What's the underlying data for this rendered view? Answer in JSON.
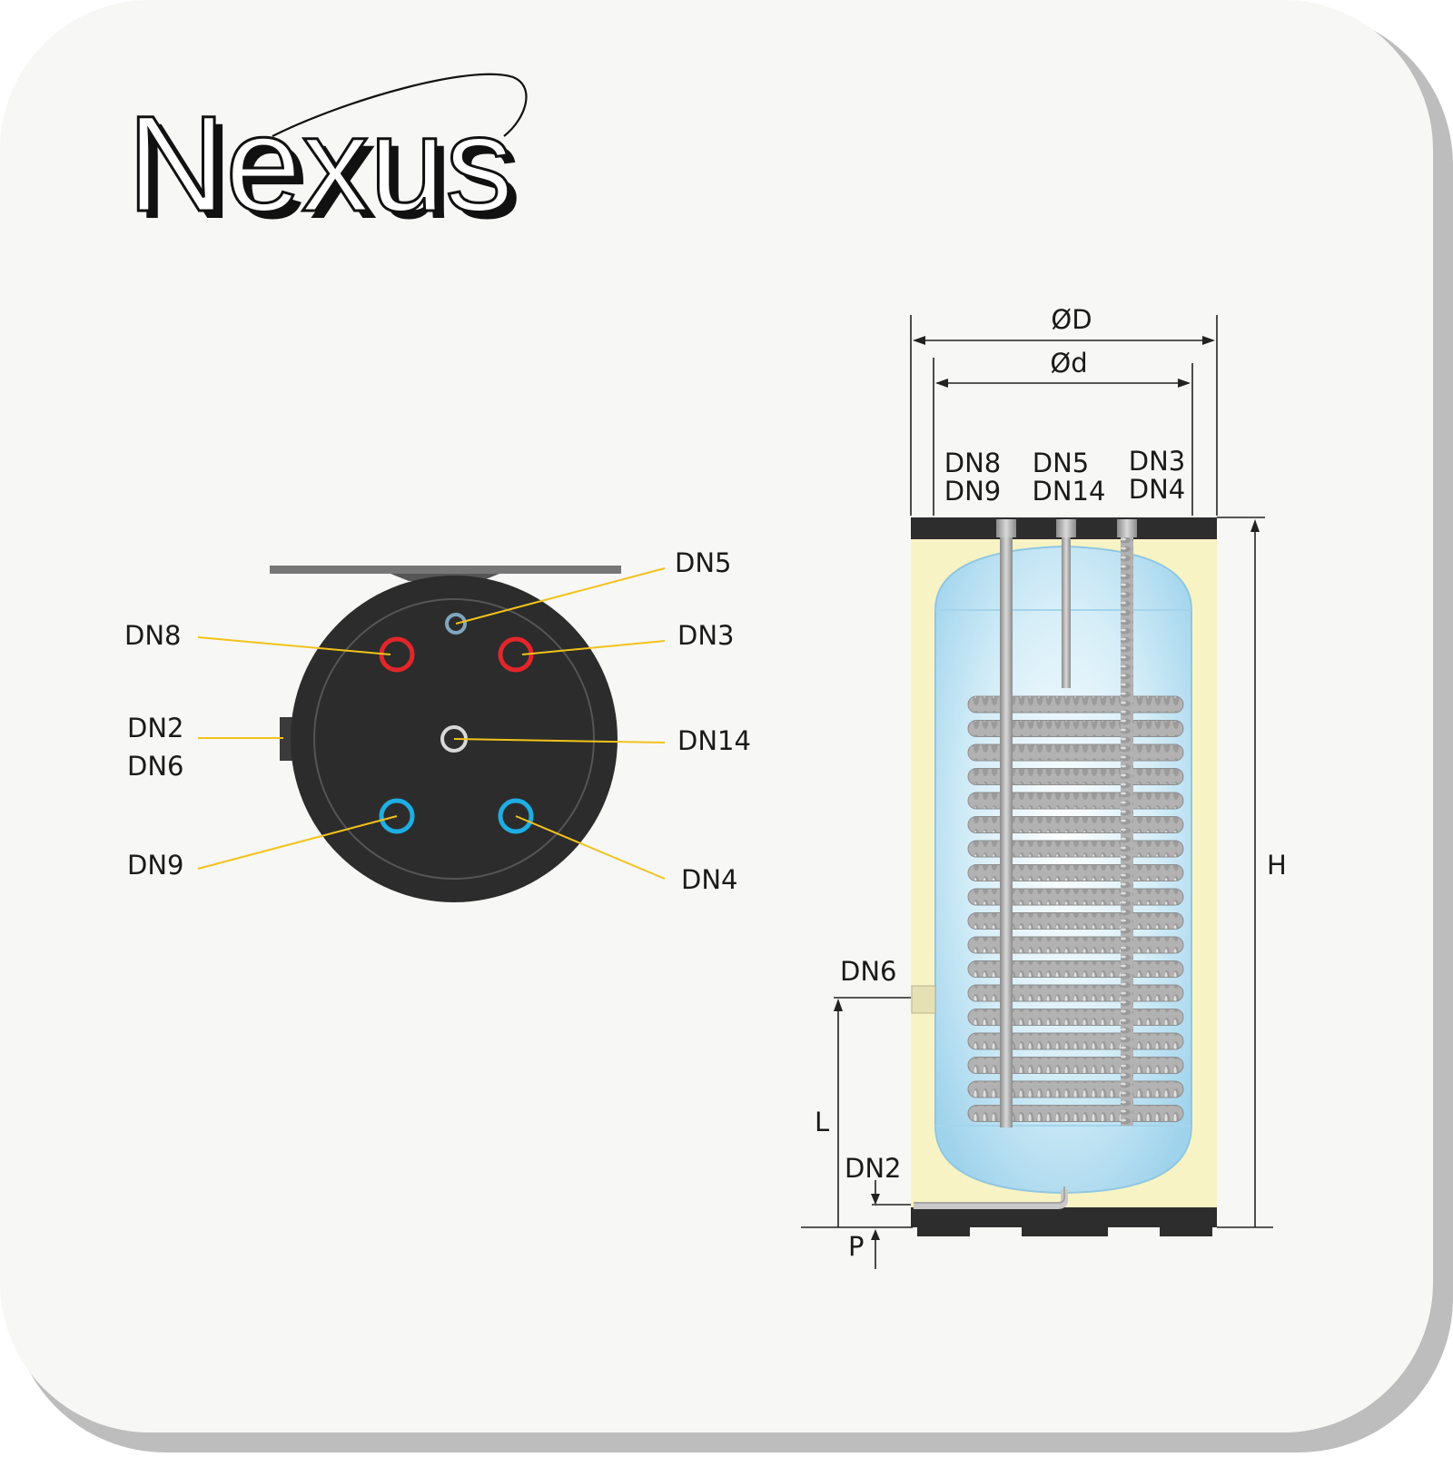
{
  "brand": {
    "name": "Nexus"
  },
  "top_view": {
    "labels": {
      "dn5": "DN5",
      "dn8": "DN8",
      "dn3": "DN3",
      "dn2": "DN2",
      "dn6": "DN6",
      "dn14": "DN14",
      "dn9": "DN9",
      "dn4": "DN4"
    }
  },
  "side_view": {
    "dimensions": {
      "outer_diameter": "ØD",
      "inner_diameter": "Ød",
      "height": "H",
      "length": "L",
      "p": "P"
    },
    "top_connections": {
      "left": [
        "DN8",
        "DN9"
      ],
      "middle": [
        "DN5",
        "DN14"
      ],
      "right": [
        "DN3",
        "DN4"
      ]
    },
    "side_labels": {
      "dn6": "DN6",
      "dn2": "DN2"
    }
  },
  "colors": {
    "background": "#f7f7f5",
    "card_shadow": "#b9b9b9",
    "tank_body": "#2d2d2d",
    "insulation": "#f8f3c4",
    "water": "#bfe4f4",
    "hot": "#e3262b",
    "cold": "#1eaee3",
    "recirc": "#7fa7bd",
    "leader": "#f2c21b",
    "coil": "#a6a6a6"
  }
}
